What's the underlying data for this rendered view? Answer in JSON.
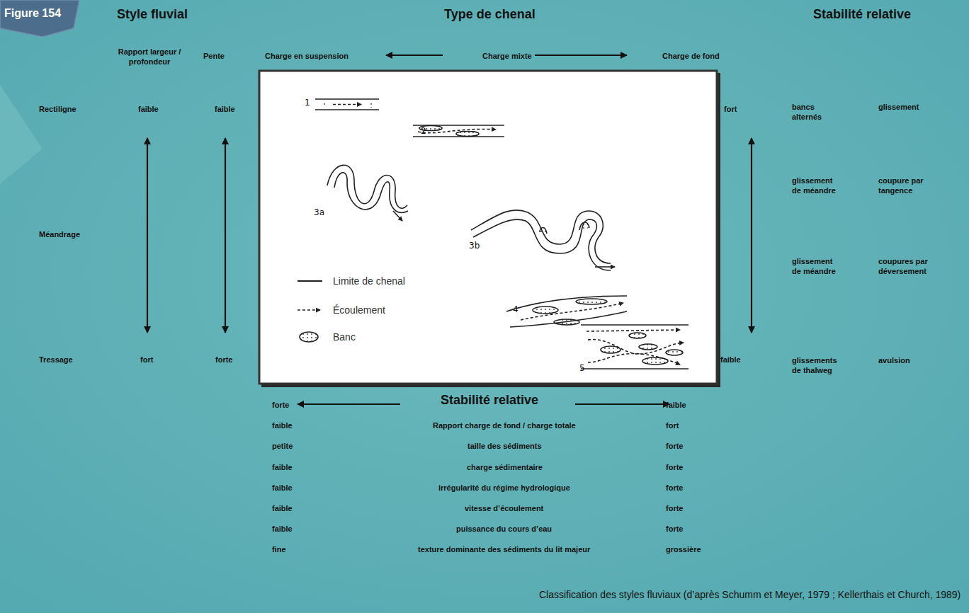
{
  "diagram": {
    "caption": "Classification des styles fluviaux (d’après Schumm et Meyer, 1979 ; Kellerthais et Church, 1989)",
    "nodes": [
      {
        "text": [
          "Figure 154"
        ]
      }
    ],
    "labels": [
      "Style fluvial",
      "Type de chenal",
      "Stabilité relative",
      "Rapport largeur / profondeur",
      "Pente",
      "Charge en suspension",
      "Charge mixte",
      "Charge de fond",
      "Rectiligne",
      "faible",
      "faible",
      "Méandrage",
      "Tressage",
      "fort",
      "forte",
      "1",
      "2",
      "3a",
      "3b",
      "4",
      "5",
      "fort",
      "bancs alternés",
      "glissement",
      "glissement de méandre",
      "coupure par tangence",
      "glissement de méandre",
      "coupures par déversement",
      "faible",
      "glissements de thalweg",
      "avulsion",
      "forte",
      "Stabilité relative",
      "faible",
      "faible",
      "Rapport charge de fond / charge totale",
      "fort",
      "petite",
      "taille des sédiments",
      "forte",
      "faible",
      "charge sédimentaire",
      "forte",
      "faible",
      "irrégularité du régime hydrologique",
      "forte",
      "faible",
      "vitesse d’écoulement",
      "forte",
      "faible",
      "puissance du cours d’eau",
      "forte",
      "fine",
      "texture dominante des sédiments du lit majeur",
      "grossière"
    ],
    "legend": [
      {
        "text": "Limite de chenal"
      },
      {
        "text": "Écoulement"
      },
      {
        "text": "Banc"
      }
    ]
  }
}
